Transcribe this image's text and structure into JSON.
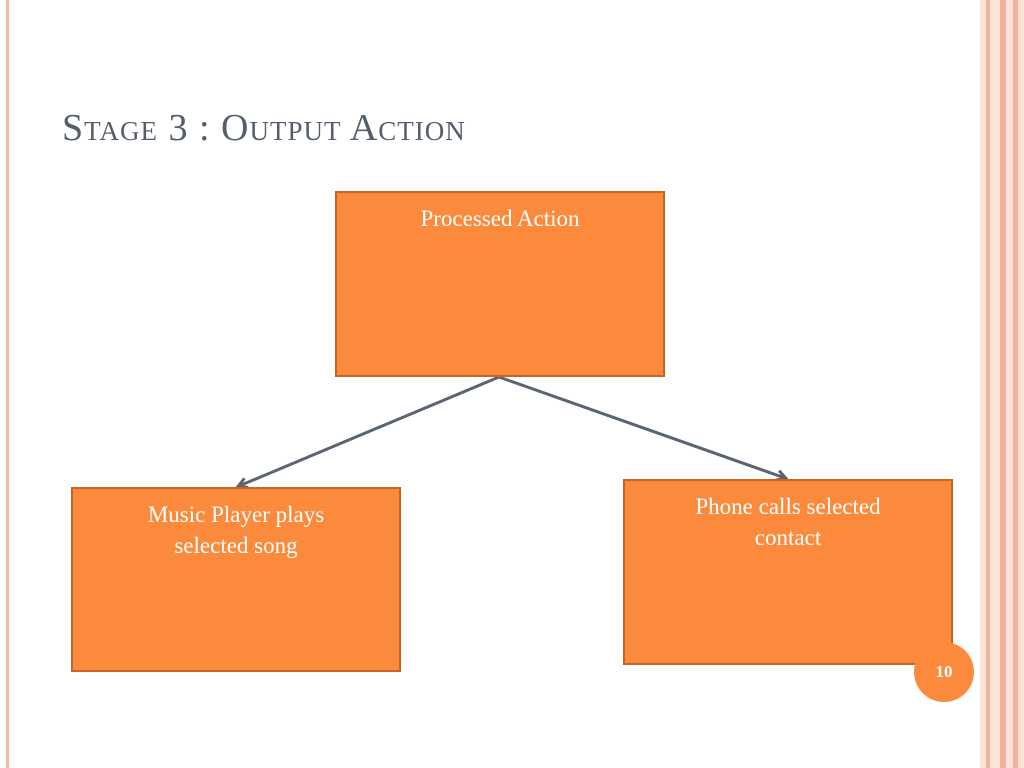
{
  "slide": {
    "title": "Stage 3 : Output Action",
    "page_number": "10"
  },
  "diagram": {
    "root": {
      "label": "Processed Action"
    },
    "children": [
      {
        "label_line1": "Music Player plays",
        "label_line2": "selected song"
      },
      {
        "label_line1": "Phone calls selected",
        "label_line2": "contact"
      }
    ]
  },
  "colors": {
    "box_fill": "#fb8a3c",
    "box_border": "#c96428",
    "title": "#545e6c",
    "connector": "#5a6472",
    "accent_stripe": "#f4b29a"
  }
}
